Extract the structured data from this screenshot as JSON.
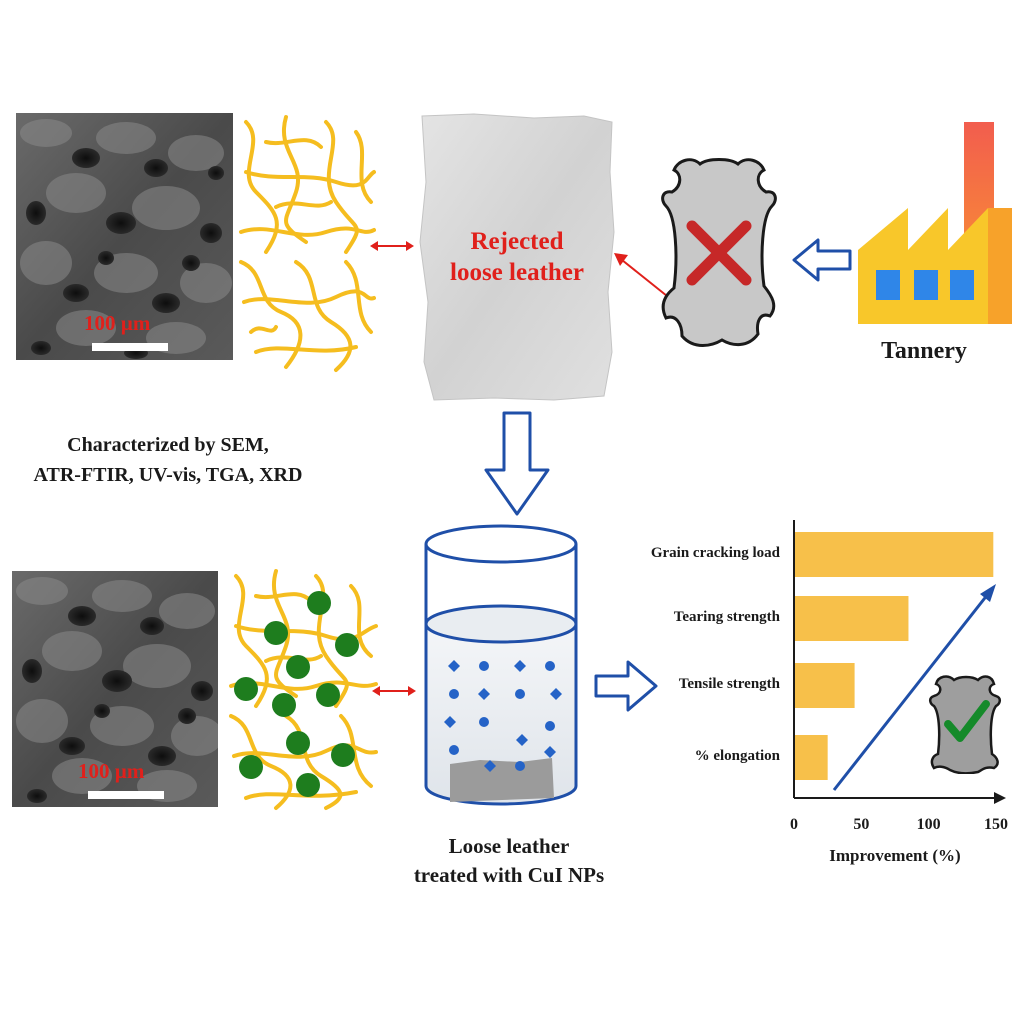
{
  "labels": {
    "rejected_line1": "Rejected",
    "rejected_line2": "loose leather",
    "tannery": "Tannery",
    "characterized_line1": "Characterized by SEM,",
    "characterized_line2": "ATR-FTIR, UV-vis, TGA, XRD",
    "treated_line1": "Loose leather",
    "treated_line2": "treated with CuI NPs",
    "scale_top": "100 µm",
    "scale_bottom": "100 µm"
  },
  "icons": {
    "reject": "x-mark-icon",
    "accept": "check-mark-icon",
    "factory": "factory-icon",
    "arrow": "outline-arrow-icon"
  },
  "colors": {
    "fiber": "#f5bd1f",
    "nanoparticle": "#1e7d1e",
    "arrow_blue": "#1f4fa8",
    "reject_red": "#c62828",
    "bar": "#f7c04a",
    "accent_red": "#e0201b"
  },
  "chart_data": {
    "type": "bar",
    "orientation": "horizontal",
    "categories": [
      "Grain cracking load",
      "Tearing strength",
      "Tensile strength",
      "% elongation"
    ],
    "values": [
      148,
      85,
      45,
      25
    ],
    "xlabel": "Improvement (%)",
    "xticks": [
      0,
      50,
      100,
      150
    ],
    "xlim": [
      0,
      150
    ],
    "grid": false,
    "legend": "none"
  }
}
